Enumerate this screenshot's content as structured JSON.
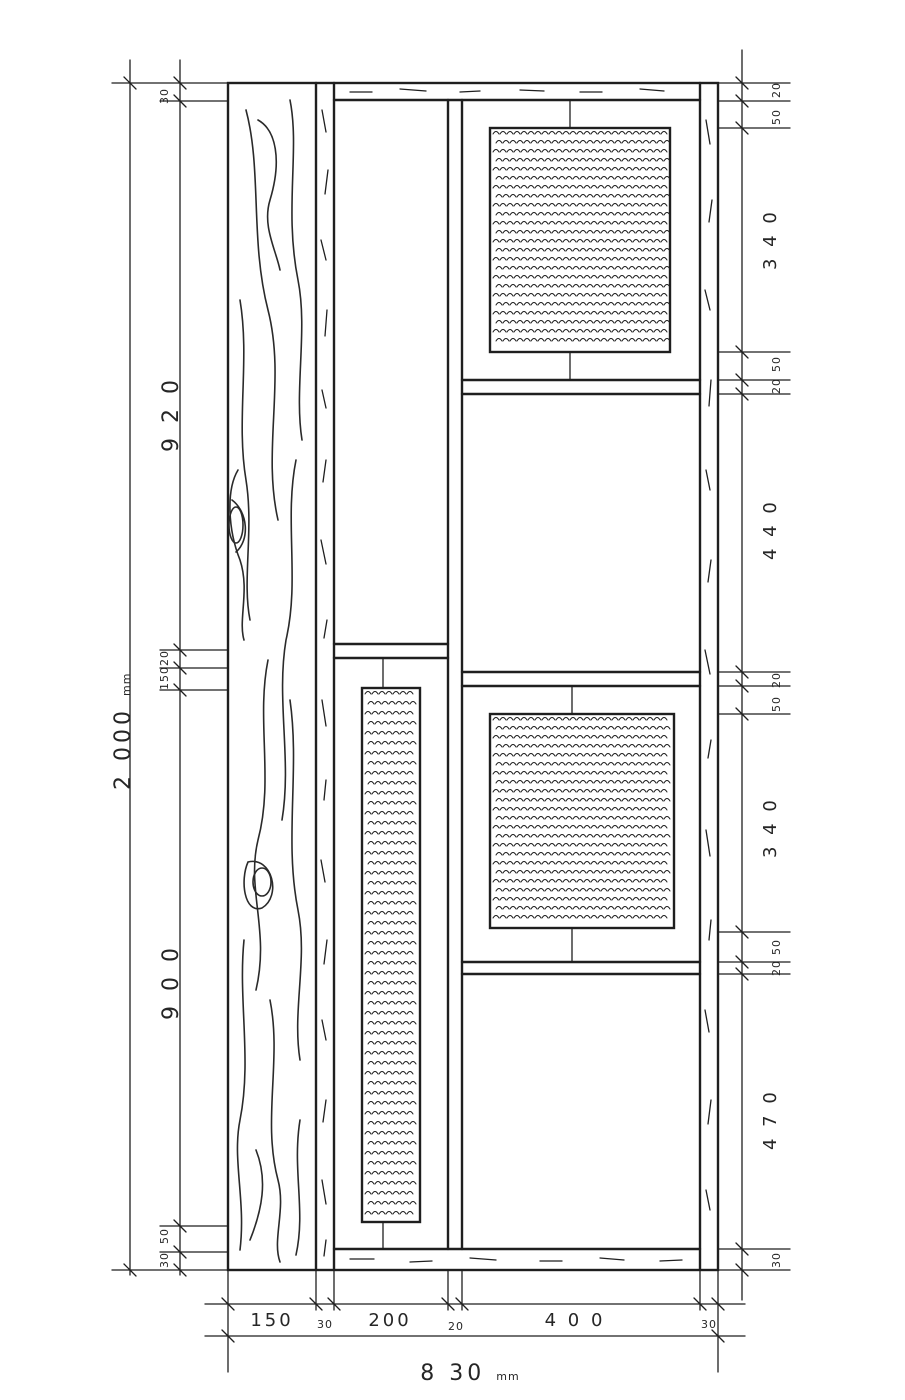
{
  "drawing": {
    "panel_kind": "cabinet door elevation",
    "overall_height": "2 000",
    "overall_height_unit": "mm",
    "overall_width": "8 30",
    "overall_width_unit": "mm",
    "left_column": {
      "top_rail": "30",
      "upper": "9 2 0",
      "mid_gap": "20",
      "mid_rail": "150",
      "lower": "9 0 0",
      "bottom_a": "50",
      "bottom_b": "30"
    },
    "right_column": {
      "top": "20",
      "top_b": "50",
      "panel_1": "3 4 0",
      "rail_1a": "50",
      "rail_1b": "20",
      "panel_2": "4 4 0",
      "rail_2a": "20",
      "rail_2b": "50",
      "panel_3": "3 4 0",
      "rail_3a": "50",
      "rail_3b": "20",
      "panel_4": "4 7 0",
      "bottom": "30"
    },
    "bottom_row": {
      "w1": "150",
      "w2": "30",
      "w3": "200",
      "w4": "20",
      "w5": "4 0 0",
      "w6": "30"
    }
  }
}
